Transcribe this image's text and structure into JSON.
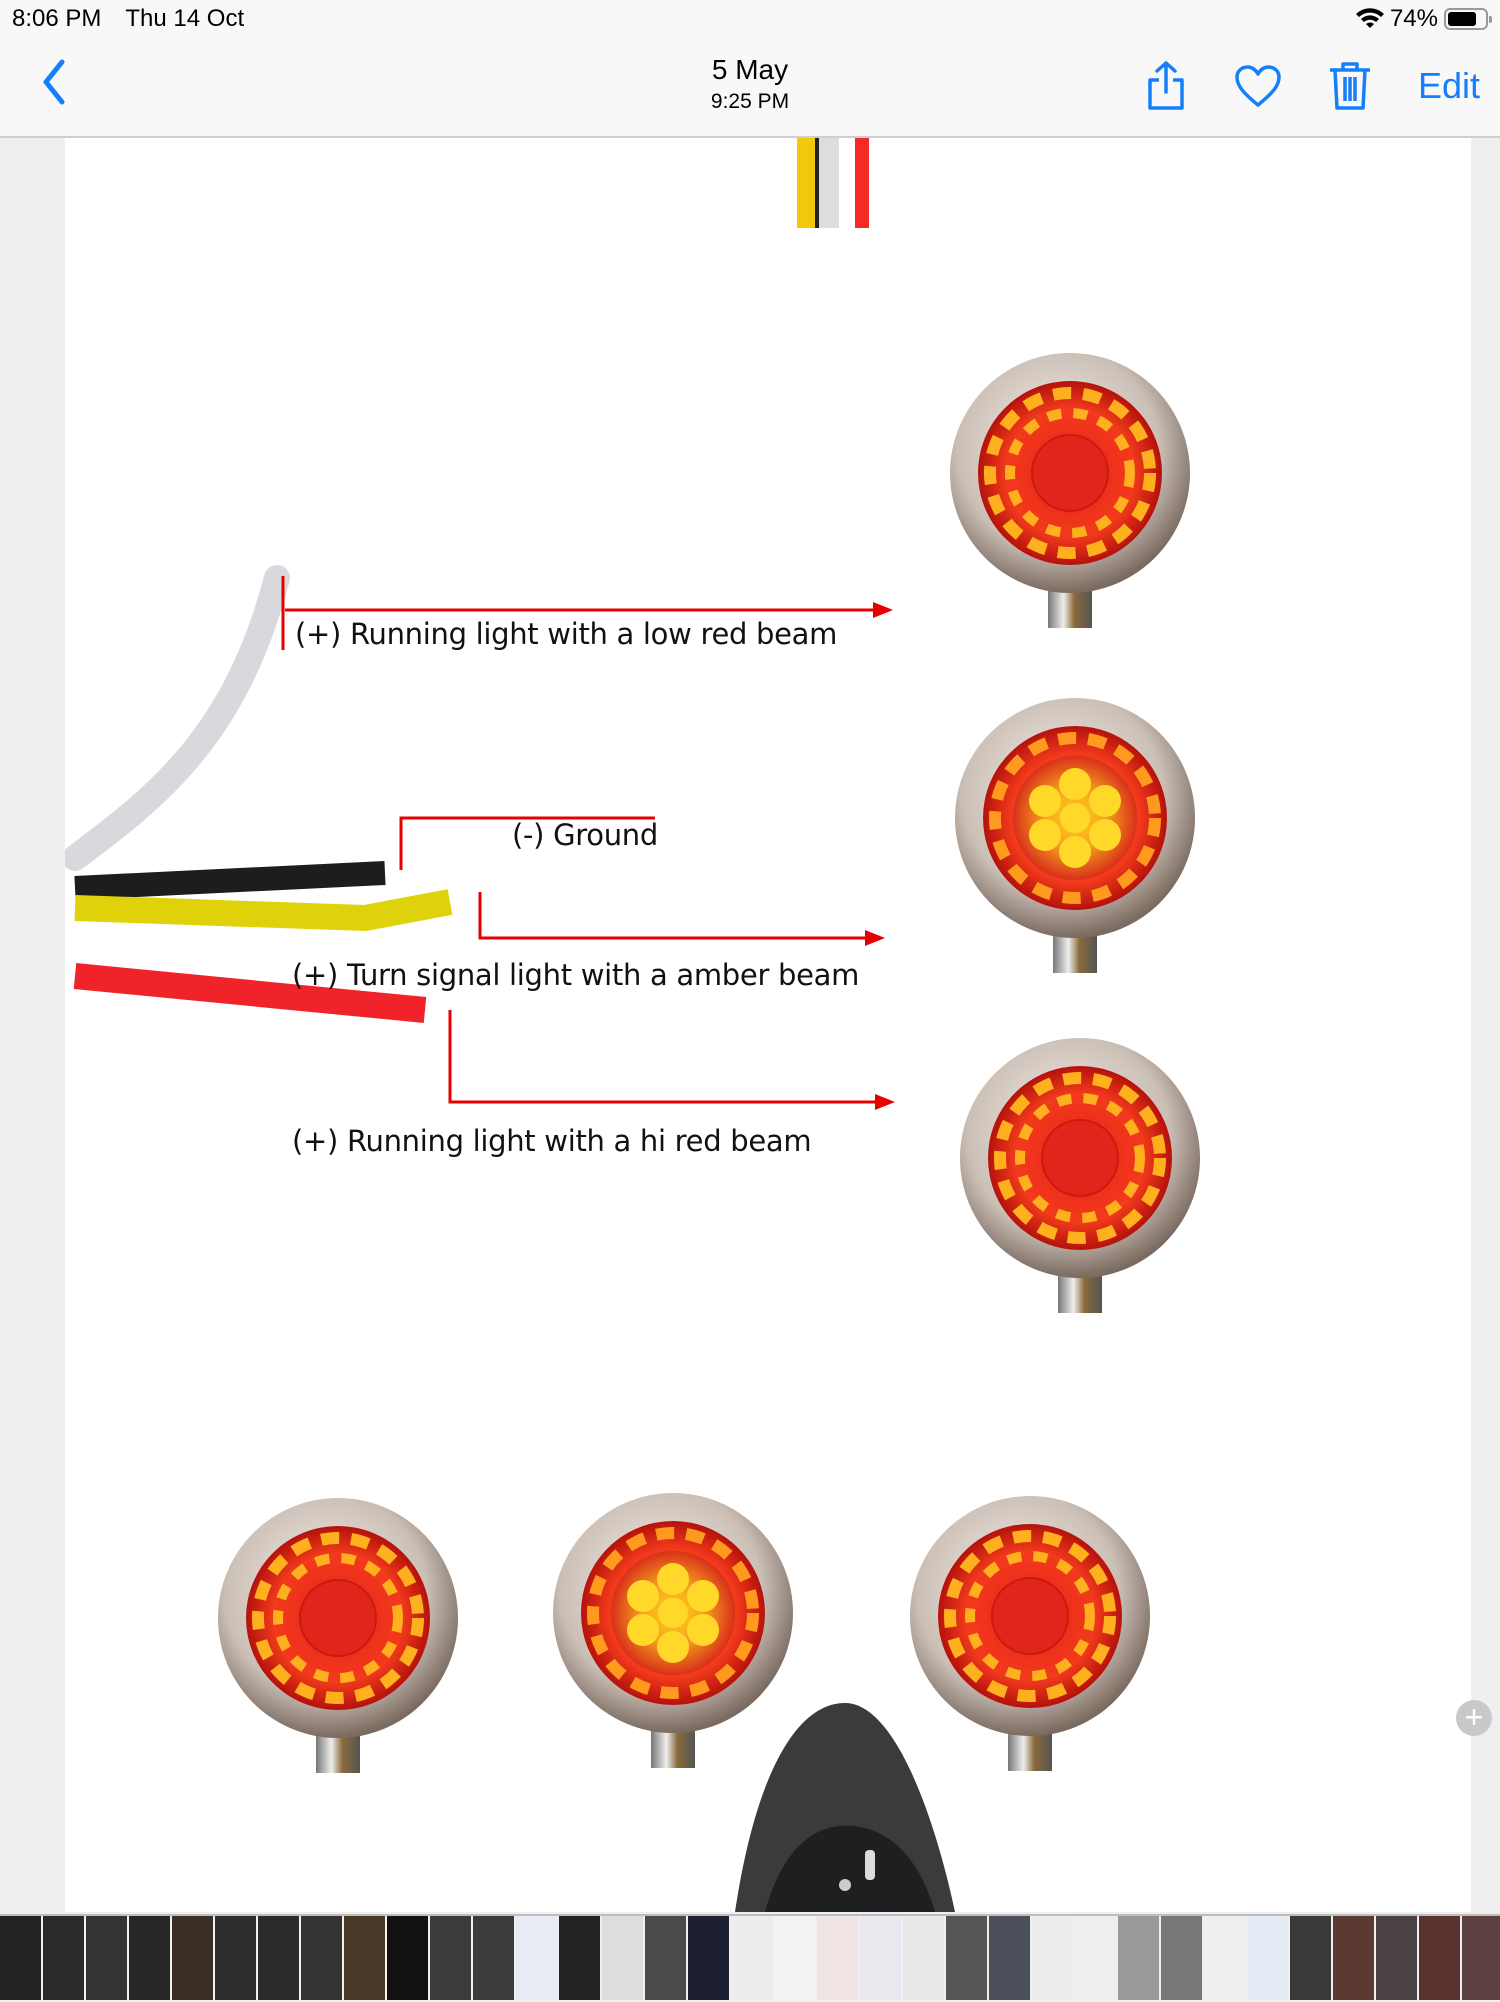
{
  "status_bar": {
    "time": "8:06 PM",
    "date": "Thu 14 Oct",
    "battery": "74%"
  },
  "nav": {
    "title_date": "5 May",
    "title_time": "9:25 PM",
    "edit_label": "Edit",
    "icons": [
      "back-chevron-icon",
      "share-icon",
      "heart-icon",
      "trash-icon"
    ]
  },
  "colors": {
    "accent": "#157efb",
    "arrow_red": "#e60000",
    "led_red": "#ef2a14",
    "led_amber": "#ffd21a"
  },
  "diagram": {
    "labels": {
      "low_red": "(+) Running light with a low red beam",
      "ground": "(-) Ground",
      "amber": "(+) Turn signal light with a amber beam",
      "hi_red": "(+) Running light with a hi red beam"
    },
    "wires": [
      "white",
      "black",
      "yellow",
      "red"
    ],
    "lights_right": [
      "red",
      "amber",
      "red"
    ],
    "lights_bottom": [
      "red",
      "amber",
      "red"
    ]
  },
  "thumbnail_strip": {
    "count": 36,
    "thumb_colors": [
      "#222",
      "#2a2a2a",
      "#333",
      "#262626",
      "#3b2e26",
      "#2d2d2d",
      "#2b2b2b",
      "#333",
      "#4a3a28",
      "#111",
      "#3b3b3b",
      "#3b3b3b",
      "#e8ecf5",
      "#222",
      "#ddd",
      "#4a4a4a",
      "#1c2030",
      "#ededed",
      "#f3f3f3",
      "#f1e4e4",
      "#e9e9f0",
      "#e8e8e8",
      "#555",
      "#4a4f5a",
      "#ececec",
      "#eee",
      "#9a9a9a",
      "#777",
      "#efefef",
      "#e6ecf5",
      "#3a3a3a",
      "#5a3a33",
      "#4a4242",
      "#5a3330",
      "#5c4040",
      "#4a3030"
    ]
  }
}
